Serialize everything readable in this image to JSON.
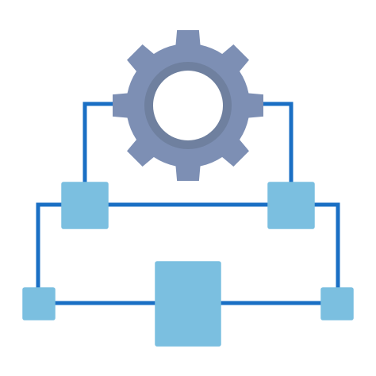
{
  "icon": {
    "name": "gear-network-workflow-icon",
    "colors": {
      "connector": "#1a6fc4",
      "node_fill": "#7bbfe0",
      "node_stroke": "#1a6fc4",
      "gear_fill": "#7d8fb4",
      "gear_shadow": "#6f809f",
      "gear_hole": "#ffffff"
    },
    "nodes": [
      {
        "id": "upper-left-node"
      },
      {
        "id": "upper-right-node"
      },
      {
        "id": "lower-left-node"
      },
      {
        "id": "center-node"
      },
      {
        "id": "lower-right-node"
      }
    ]
  }
}
